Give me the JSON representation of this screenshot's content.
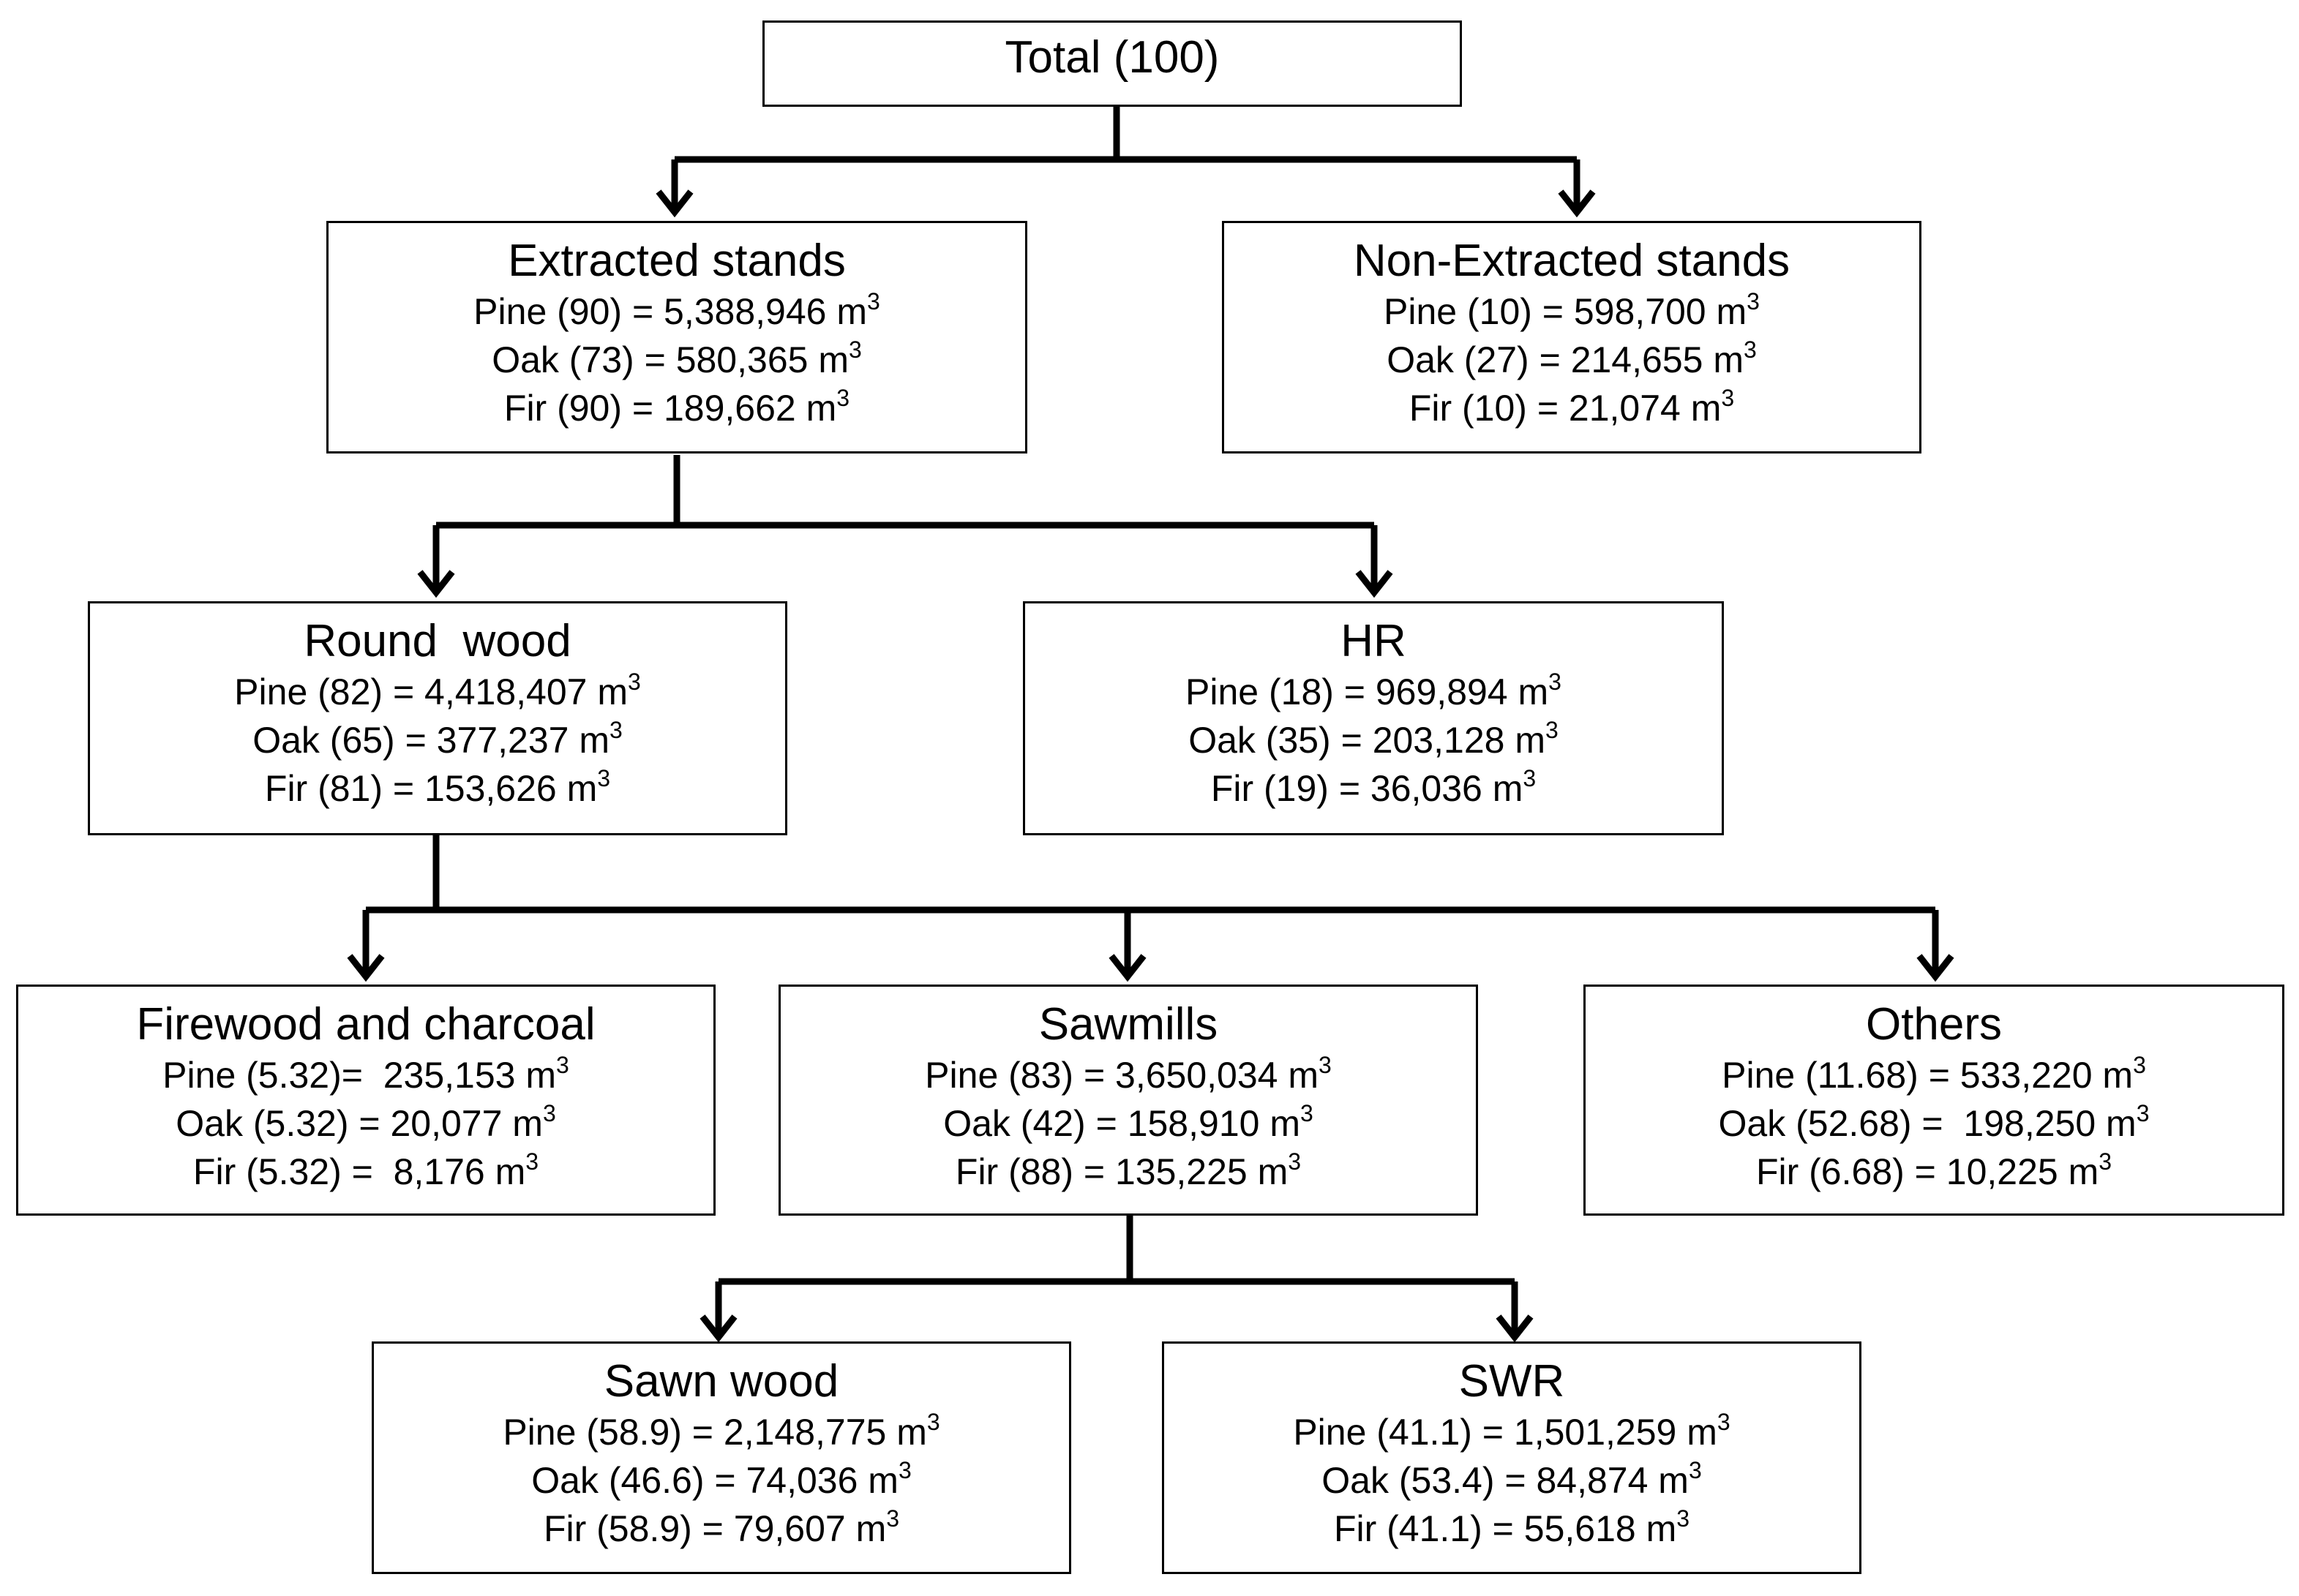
{
  "boxes": {
    "total": {
      "title": "Total (100)"
    },
    "extracted": {
      "title": "Extracted stands",
      "lines": [
        "Pine (90) = 5,388,946 m",
        "Oak (73) = 580,365 m",
        "Fir (90) = 189,662 m"
      ]
    },
    "nonextracted": {
      "title": "Non-Extracted stands",
      "lines": [
        "Pine (10) = 598,700 m",
        "Oak (27) = 214,655 m",
        "Fir (10) = 21,074 m"
      ]
    },
    "roundwood": {
      "title": "Round  wood",
      "lines": [
        "Pine (82) = 4,418,407 m",
        "Oak (65) = 377,237 m",
        "Fir (81) = 153,626 m"
      ]
    },
    "hr": {
      "title": "HR",
      "lines": [
        "Pine (18) = 969,894 m",
        "Oak (35) = 203,128 m",
        "Fir (19) = 36,036 m"
      ]
    },
    "firewood": {
      "title": "Firewood and charcoal",
      "lines": [
        "Pine (5.32)=  235,153 m",
        "Oak (5.32) = 20,077 m",
        "Fir (5.32) =  8,176 m"
      ]
    },
    "sawmills": {
      "title": "Sawmills",
      "lines": [
        "Pine (83) = 3,650,034 m",
        "Oak (42) = 158,910 m",
        "Fir (88) = 135,225 m"
      ]
    },
    "others": {
      "title": "Others",
      "lines": [
        "Pine (11.68) = 533,220 m",
        "Oak (52.68) =  198,250 m",
        "Fir (6.68) = 10,225 m"
      ]
    },
    "sawnwood": {
      "title": "Sawn wood",
      "lines": [
        "Pine (58.9) = 2,148,775 m",
        "Oak (46.6) = 74,036 m",
        "Fir (58.9) = 79,607 m"
      ]
    },
    "swr": {
      "title": "SWR",
      "lines": [
        "Pine (41.1) = 1,501,259 m",
        "Oak (53.4) = 84,874 m",
        "Fir (41.1) = 55,618 m"
      ]
    }
  },
  "unit_exponent": "3"
}
